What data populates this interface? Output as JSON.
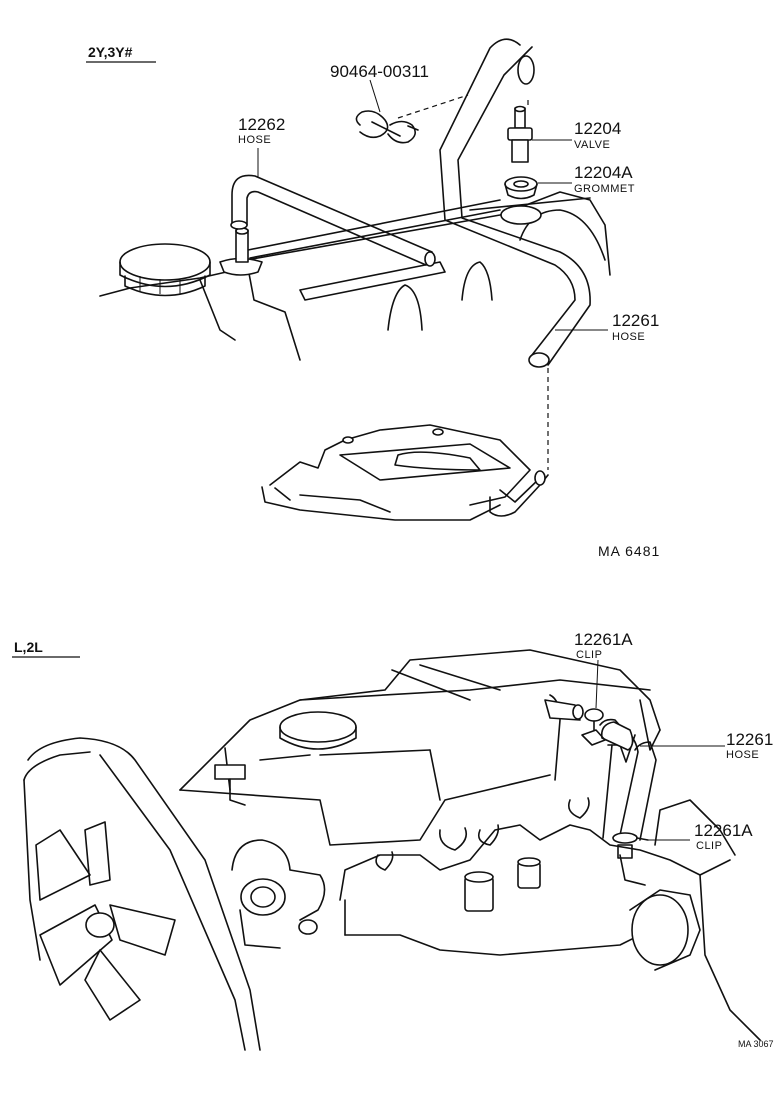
{
  "sections": {
    "top": {
      "label": "2Y,3Y#",
      "ref": "MA 6481"
    },
    "bottom": {
      "label": "L,2L",
      "ref": "MA 3067"
    }
  },
  "parts_top": {
    "clip": {
      "number": "90464-00311"
    },
    "hose_12262": {
      "number": "12262",
      "name": "HOSE"
    },
    "valve": {
      "number": "12204",
      "name": "VALVE"
    },
    "grommet": {
      "number": "12204A",
      "name": "GROMMET"
    },
    "hose_12261": {
      "number": "12261",
      "name": "HOSE"
    }
  },
  "parts_bottom": {
    "clip_upper": {
      "number": "12261A",
      "name": "CLIP"
    },
    "hose": {
      "number": "12261",
      "name": "HOSE"
    },
    "clip_lower": {
      "number": "12261A",
      "name": "CLIP"
    }
  }
}
